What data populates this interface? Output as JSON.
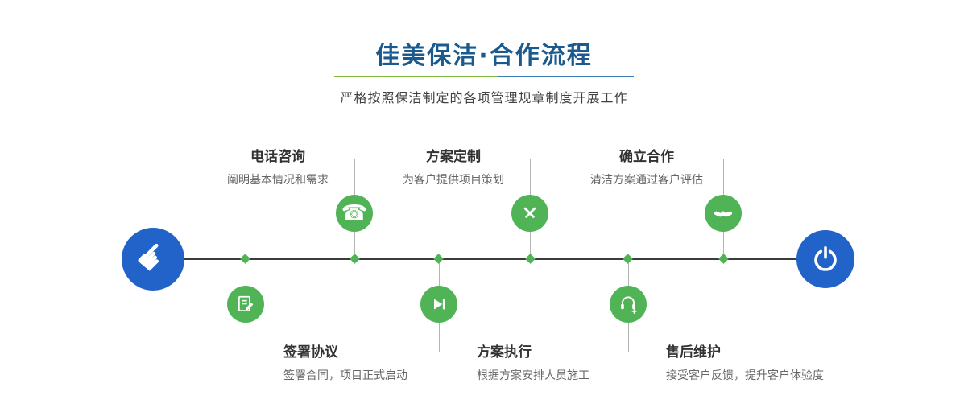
{
  "header": {
    "title": "佳美保洁·合作流程",
    "subtitle": "严格按照保洁制定的各项管理规章制度开展工作"
  },
  "icons": {
    "hand_glyph": "☛",
    "phone_glyph": "☎",
    "start_icon": "hand-pointer-icon",
    "end_icon": "power-icon"
  },
  "colors": {
    "title_blue": "#1a5a8f",
    "node_green": "#50b457",
    "endpoint_blue": "#2263c9",
    "timeline_line": "#3c3c3c",
    "connector_gray": "#b3b3b3",
    "divider_green": "#7fb73c",
    "divider_blue": "#3a7ab5"
  },
  "timeline": {
    "steps_top": [
      {
        "title": "电话咨询",
        "desc": "阐明基本情况和需求",
        "icon": "phone-icon"
      },
      {
        "title": "方案定制",
        "desc": "为客户提供项目策划",
        "icon": "pencil-ruler-icon"
      },
      {
        "title": "确立合作",
        "desc": "清洁方案通过客户评估",
        "icon": "handshake-icon"
      }
    ],
    "steps_bottom": [
      {
        "title": "签署协议",
        "desc": "签署合同，项目正式启动",
        "icon": "contract-icon"
      },
      {
        "title": "方案执行",
        "desc": "根据方案安排人员施工",
        "icon": "play-next-icon"
      },
      {
        "title": "售后维护",
        "desc": "接受客户反馈，提升客户体验度",
        "icon": "headset-icon"
      }
    ]
  }
}
